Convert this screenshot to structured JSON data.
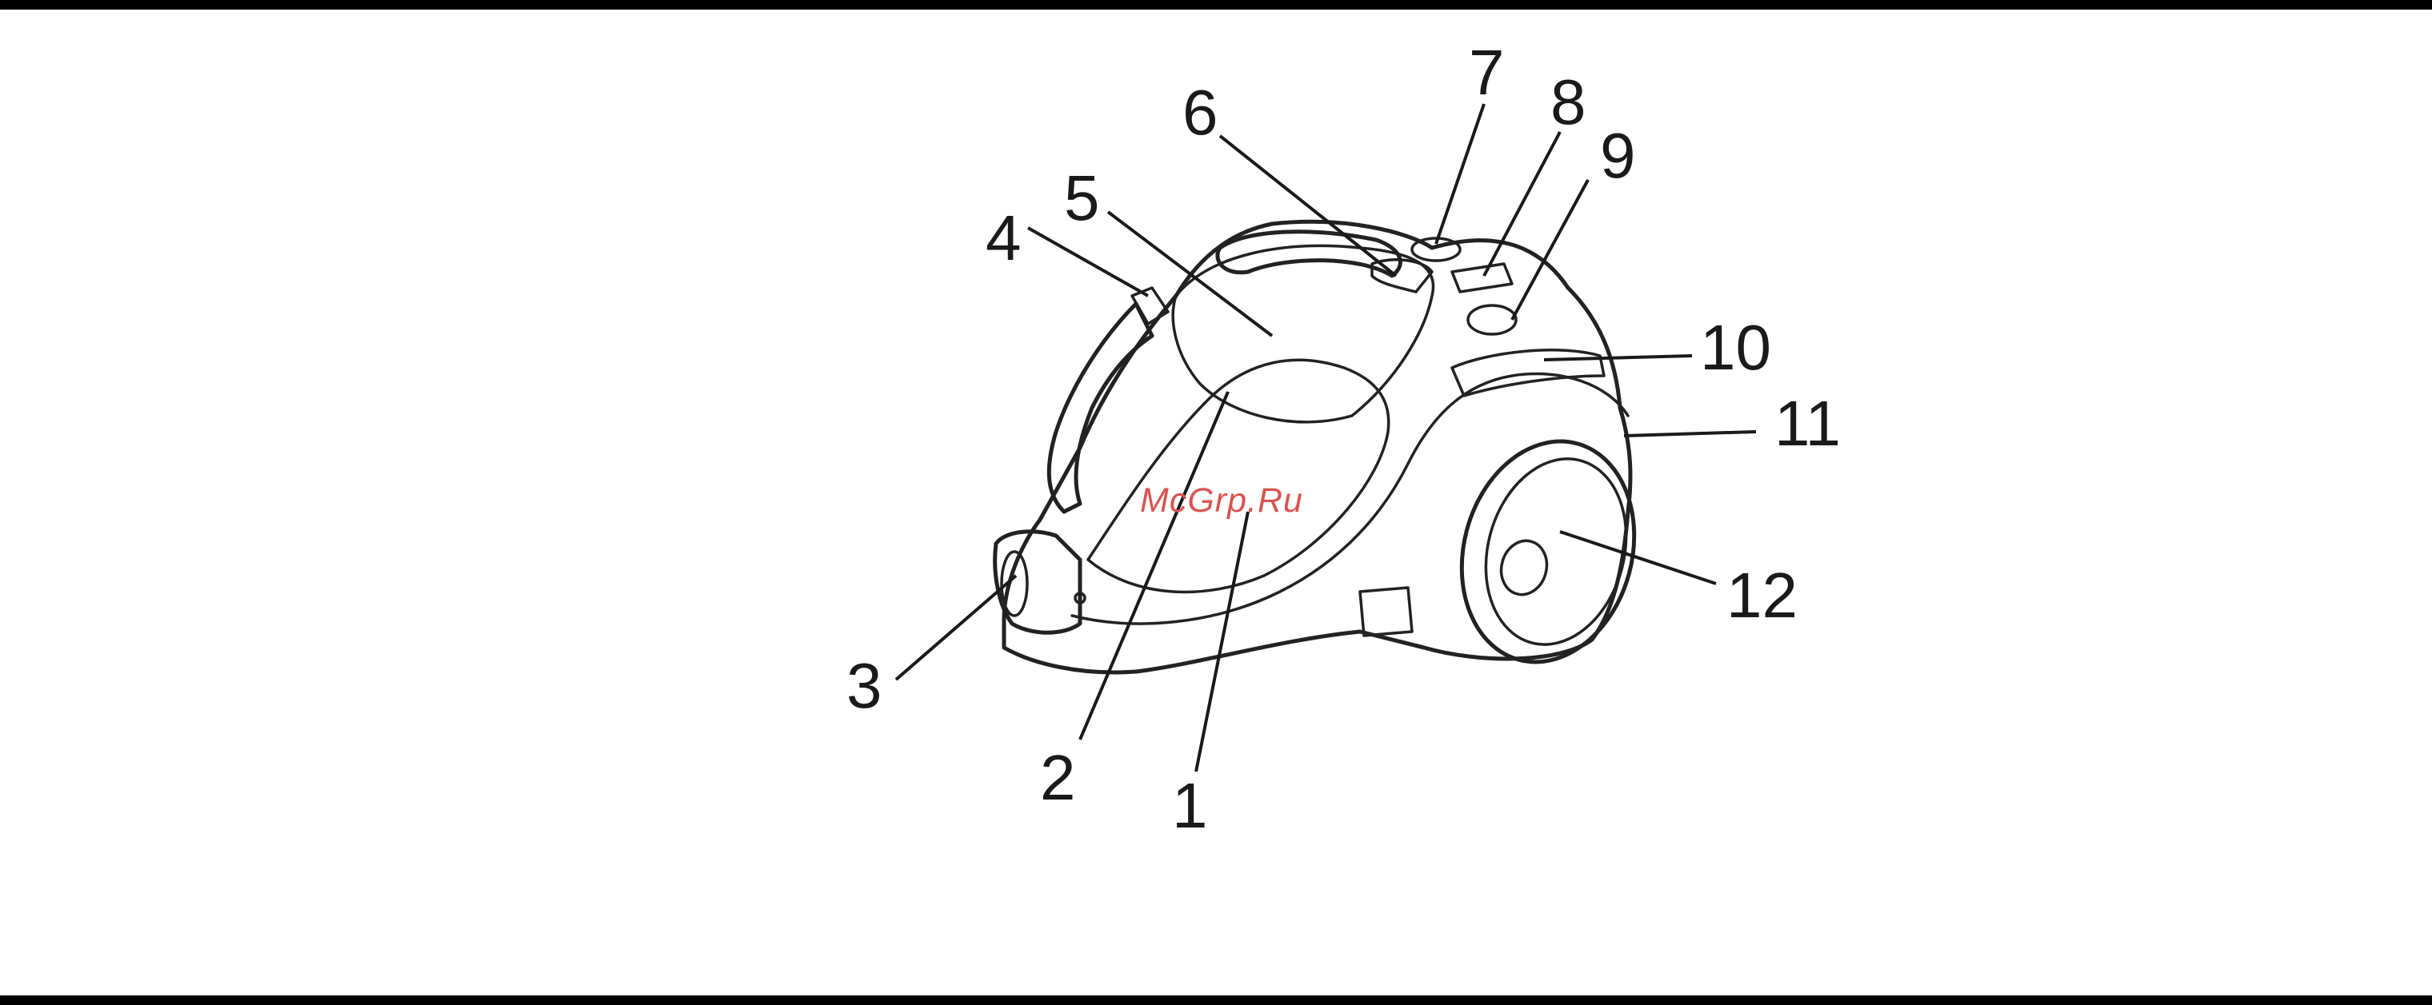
{
  "figure": {
    "subject": "vacuum-cleaner-icon",
    "callouts": [
      "1",
      "2",
      "3",
      "4",
      "5",
      "6",
      "7",
      "8",
      "9",
      "10",
      "11",
      "12"
    ]
  },
  "watermark": {
    "text": "McGrp.Ru",
    "color": "#d9534f"
  },
  "colors": {
    "frame": "#000000",
    "line": "#222222",
    "background": "#ffffff"
  }
}
